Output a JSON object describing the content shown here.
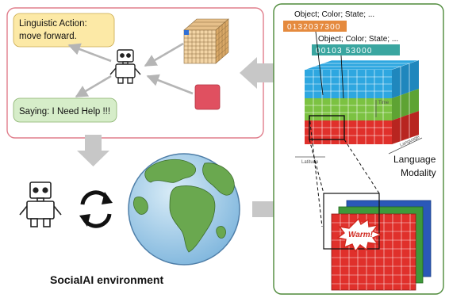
{
  "agent_panel": {
    "action_bubble": [
      "Linguistic Action:",
      "move forward."
    ],
    "saying_bubble": "Saying: I Need Help !!!"
  },
  "environment": {
    "caption": "SocialAI environment"
  },
  "language_modality": {
    "top_label": "Object; Color; State; ...",
    "top_code": "0132037300",
    "second_label": "Object; Color; State; ...",
    "second_code": "00103 53000",
    "axis_time": "Time",
    "axis_language": "Language",
    "axis_latitude": "Latitude",
    "modality_caption": [
      "Language",
      "Modality"
    ],
    "alert_text": "Warm!"
  },
  "colors": {
    "left_border": "#e07e8c",
    "right_border": "#4e8a3a",
    "action_bubble_fill": "#fce9a6",
    "saying_bubble_fill": "#d6edc9",
    "code_orange": "#e58a3e",
    "code_teal": "#3aa6a0",
    "cube_blue": "#2ea7e0",
    "cube_green": "#7cc242",
    "cube_red": "#e0302b",
    "red_square": "#e05060",
    "arrow_gray": "#c7c7c7"
  }
}
